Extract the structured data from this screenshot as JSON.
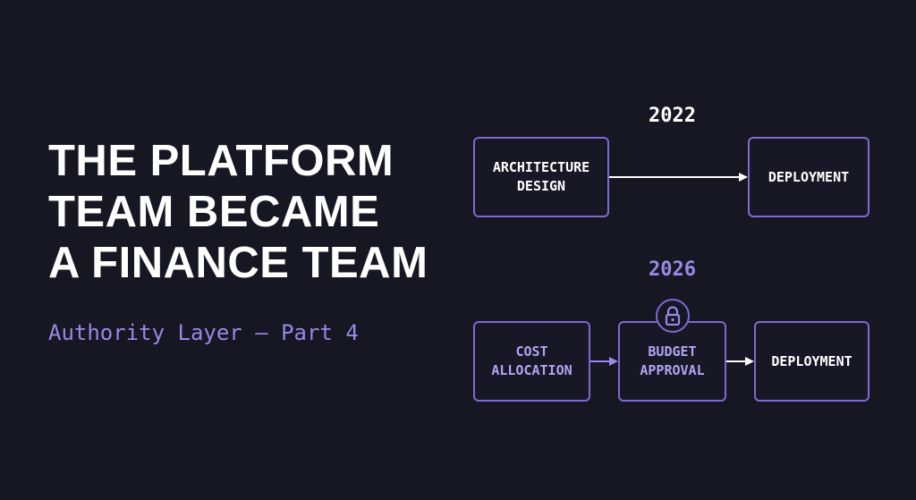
{
  "headline": {
    "line1": "THE PLATFORM",
    "line2": "TEAM BECAME",
    "line3": "A FINANCE TEAM"
  },
  "subtitle": "Authority Layer — Part 4",
  "flow_2022": {
    "year": "2022",
    "step1": "ARCHITECTURE\nDESIGN",
    "step2": "DEPLOYMENT"
  },
  "flow_2026": {
    "year": "2026",
    "step1": "COST\nALLOCATION",
    "step2": "BUDGET\nAPPROVAL",
    "step3": "DEPLOYMENT"
  },
  "icons": {
    "approval": "lock-icon"
  },
  "colors": {
    "background": "#151722",
    "accent": "#7c6bd0",
    "accent_text": "#9b87e6",
    "text": "#ffffff"
  }
}
